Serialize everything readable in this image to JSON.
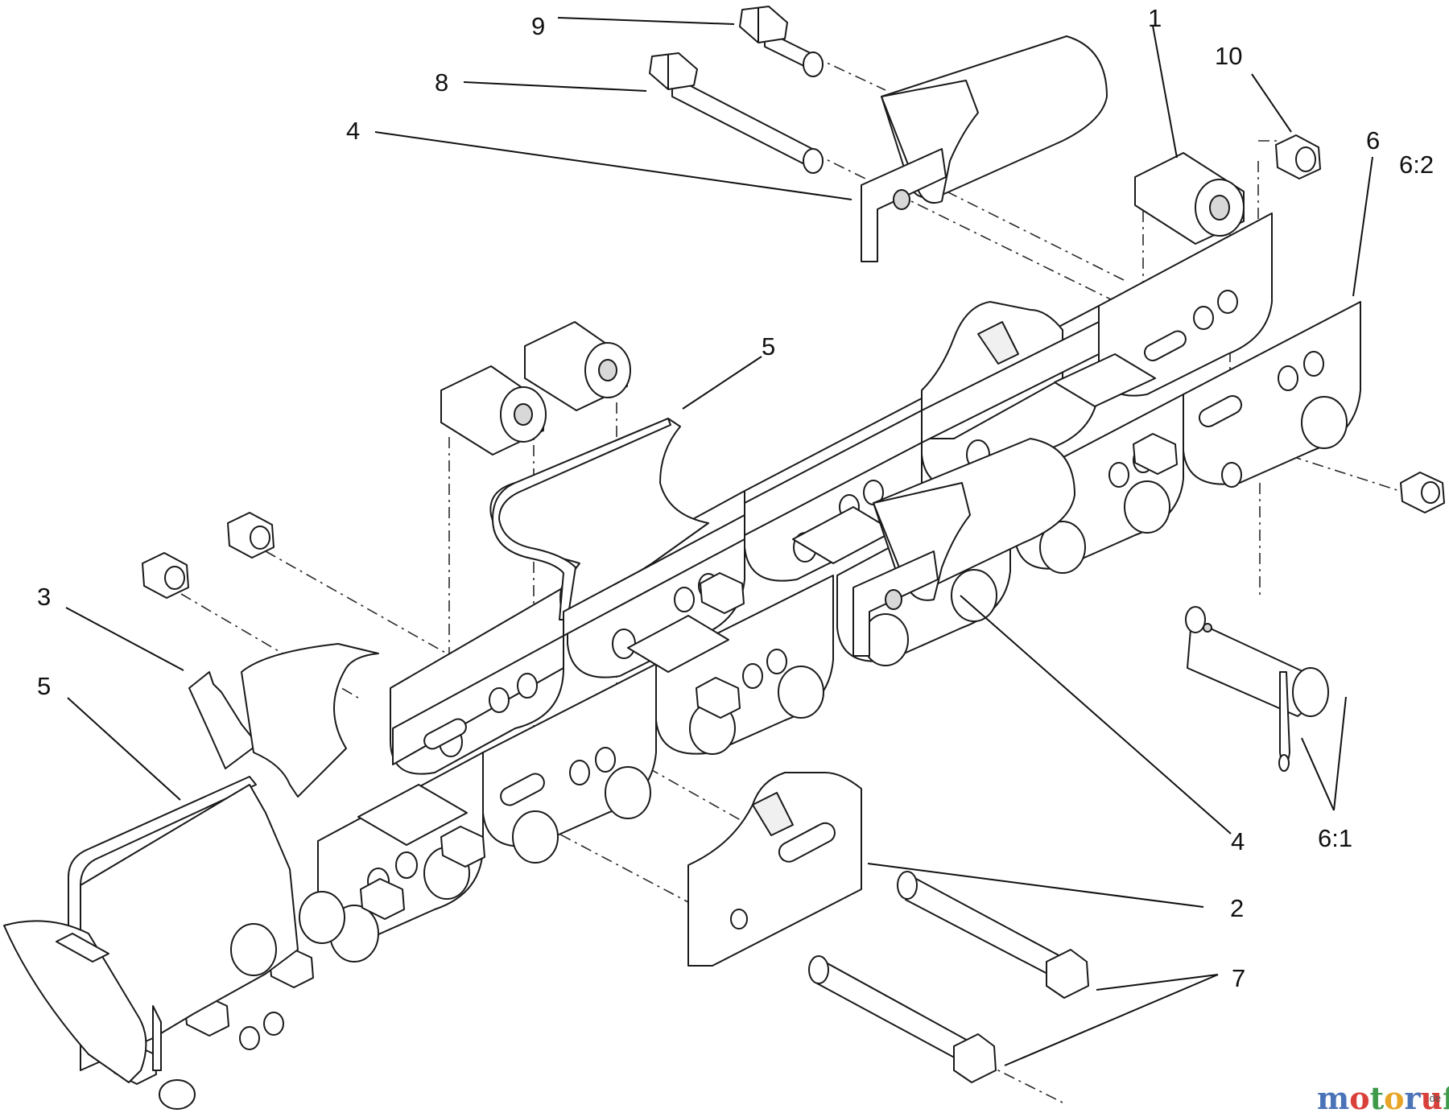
{
  "diagram": {
    "callouts": [
      {
        "id": "c9",
        "label": "9"
      },
      {
        "id": "c8",
        "label": "8"
      },
      {
        "id": "c4a",
        "label": "4"
      },
      {
        "id": "c1",
        "label": "1"
      },
      {
        "id": "c10",
        "label": "10"
      },
      {
        "id": "c6",
        "label": "6"
      },
      {
        "id": "c62",
        "label": "6:2"
      },
      {
        "id": "c5a",
        "label": "5"
      },
      {
        "id": "c3",
        "label": "3"
      },
      {
        "id": "c5b",
        "label": "5"
      },
      {
        "id": "c4b",
        "label": "4"
      },
      {
        "id": "c61",
        "label": "6:1"
      },
      {
        "id": "c2",
        "label": "2"
      },
      {
        "id": "c7",
        "label": "7"
      }
    ],
    "watermark": {
      "letters": [
        "m",
        "o",
        "t",
        "o",
        "r",
        "u",
        "f"
      ],
      "colors": [
        "#4a73b8",
        "#d9403a",
        "#3f9b4a",
        "#e8a628",
        "#4a73b8",
        "#d9403a",
        "#3f9b4a"
      ],
      "suffix": ".de"
    }
  }
}
